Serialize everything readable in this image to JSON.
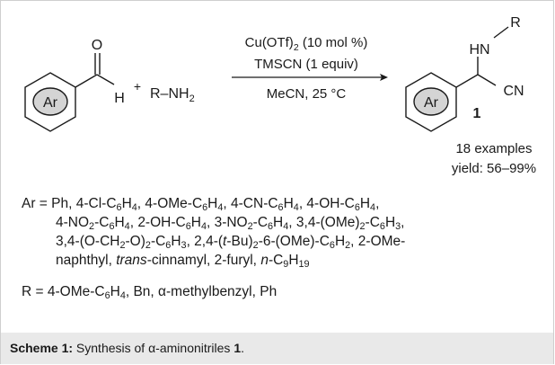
{
  "scheme": {
    "reagent_aldehyde_o": "O",
    "reagent_aldehyde_h": "H",
    "ring_label": "Ar",
    "plus": "+",
    "amine": "R–NH",
    "amine_sub": "2",
    "conditions": {
      "catalyst": "Cu(OTf)",
      "catalyst_sub": "2",
      "catalyst_tail": " (10 mol %)",
      "reagent": "TMSCN (1 equiv)",
      "solvent": "MeCN, 25 °C"
    },
    "product": {
      "nh": "HN",
      "r": "R",
      "cn": "CN",
      "number": "1",
      "examples": "18 examples",
      "yield": "yield: 56–99%"
    }
  },
  "substrates": {
    "ar_prefix": "Ar = ",
    "ar_line1": "Ph, 4-Cl-C6H4, 4-OMe-C6H4, 4-CN-C6H4, 4-OH-C6H4,",
    "ar_line2": "4-NO2-C6H4, 2-OH-C6H4, 3-NO2-C6H4, 3,4-(OMe)2-C6H3,",
    "ar_line3": "3,4-(O-CH2-O)2-C6H3, 2,4-(t-Bu)2-6-(OMe)-C6H2, 2-OMe-",
    "ar_line4": "naphthyl, trans-cinnamyl, 2-furyl, n-C9H19",
    "r_line": "R = 4-OMe-C6H4, Bn, α-methylbenzyl, Ph"
  },
  "caption": {
    "label": "Scheme 1:",
    "text": " Synthesis of α-aminonitriles ",
    "number": "1",
    "tail": "."
  }
}
